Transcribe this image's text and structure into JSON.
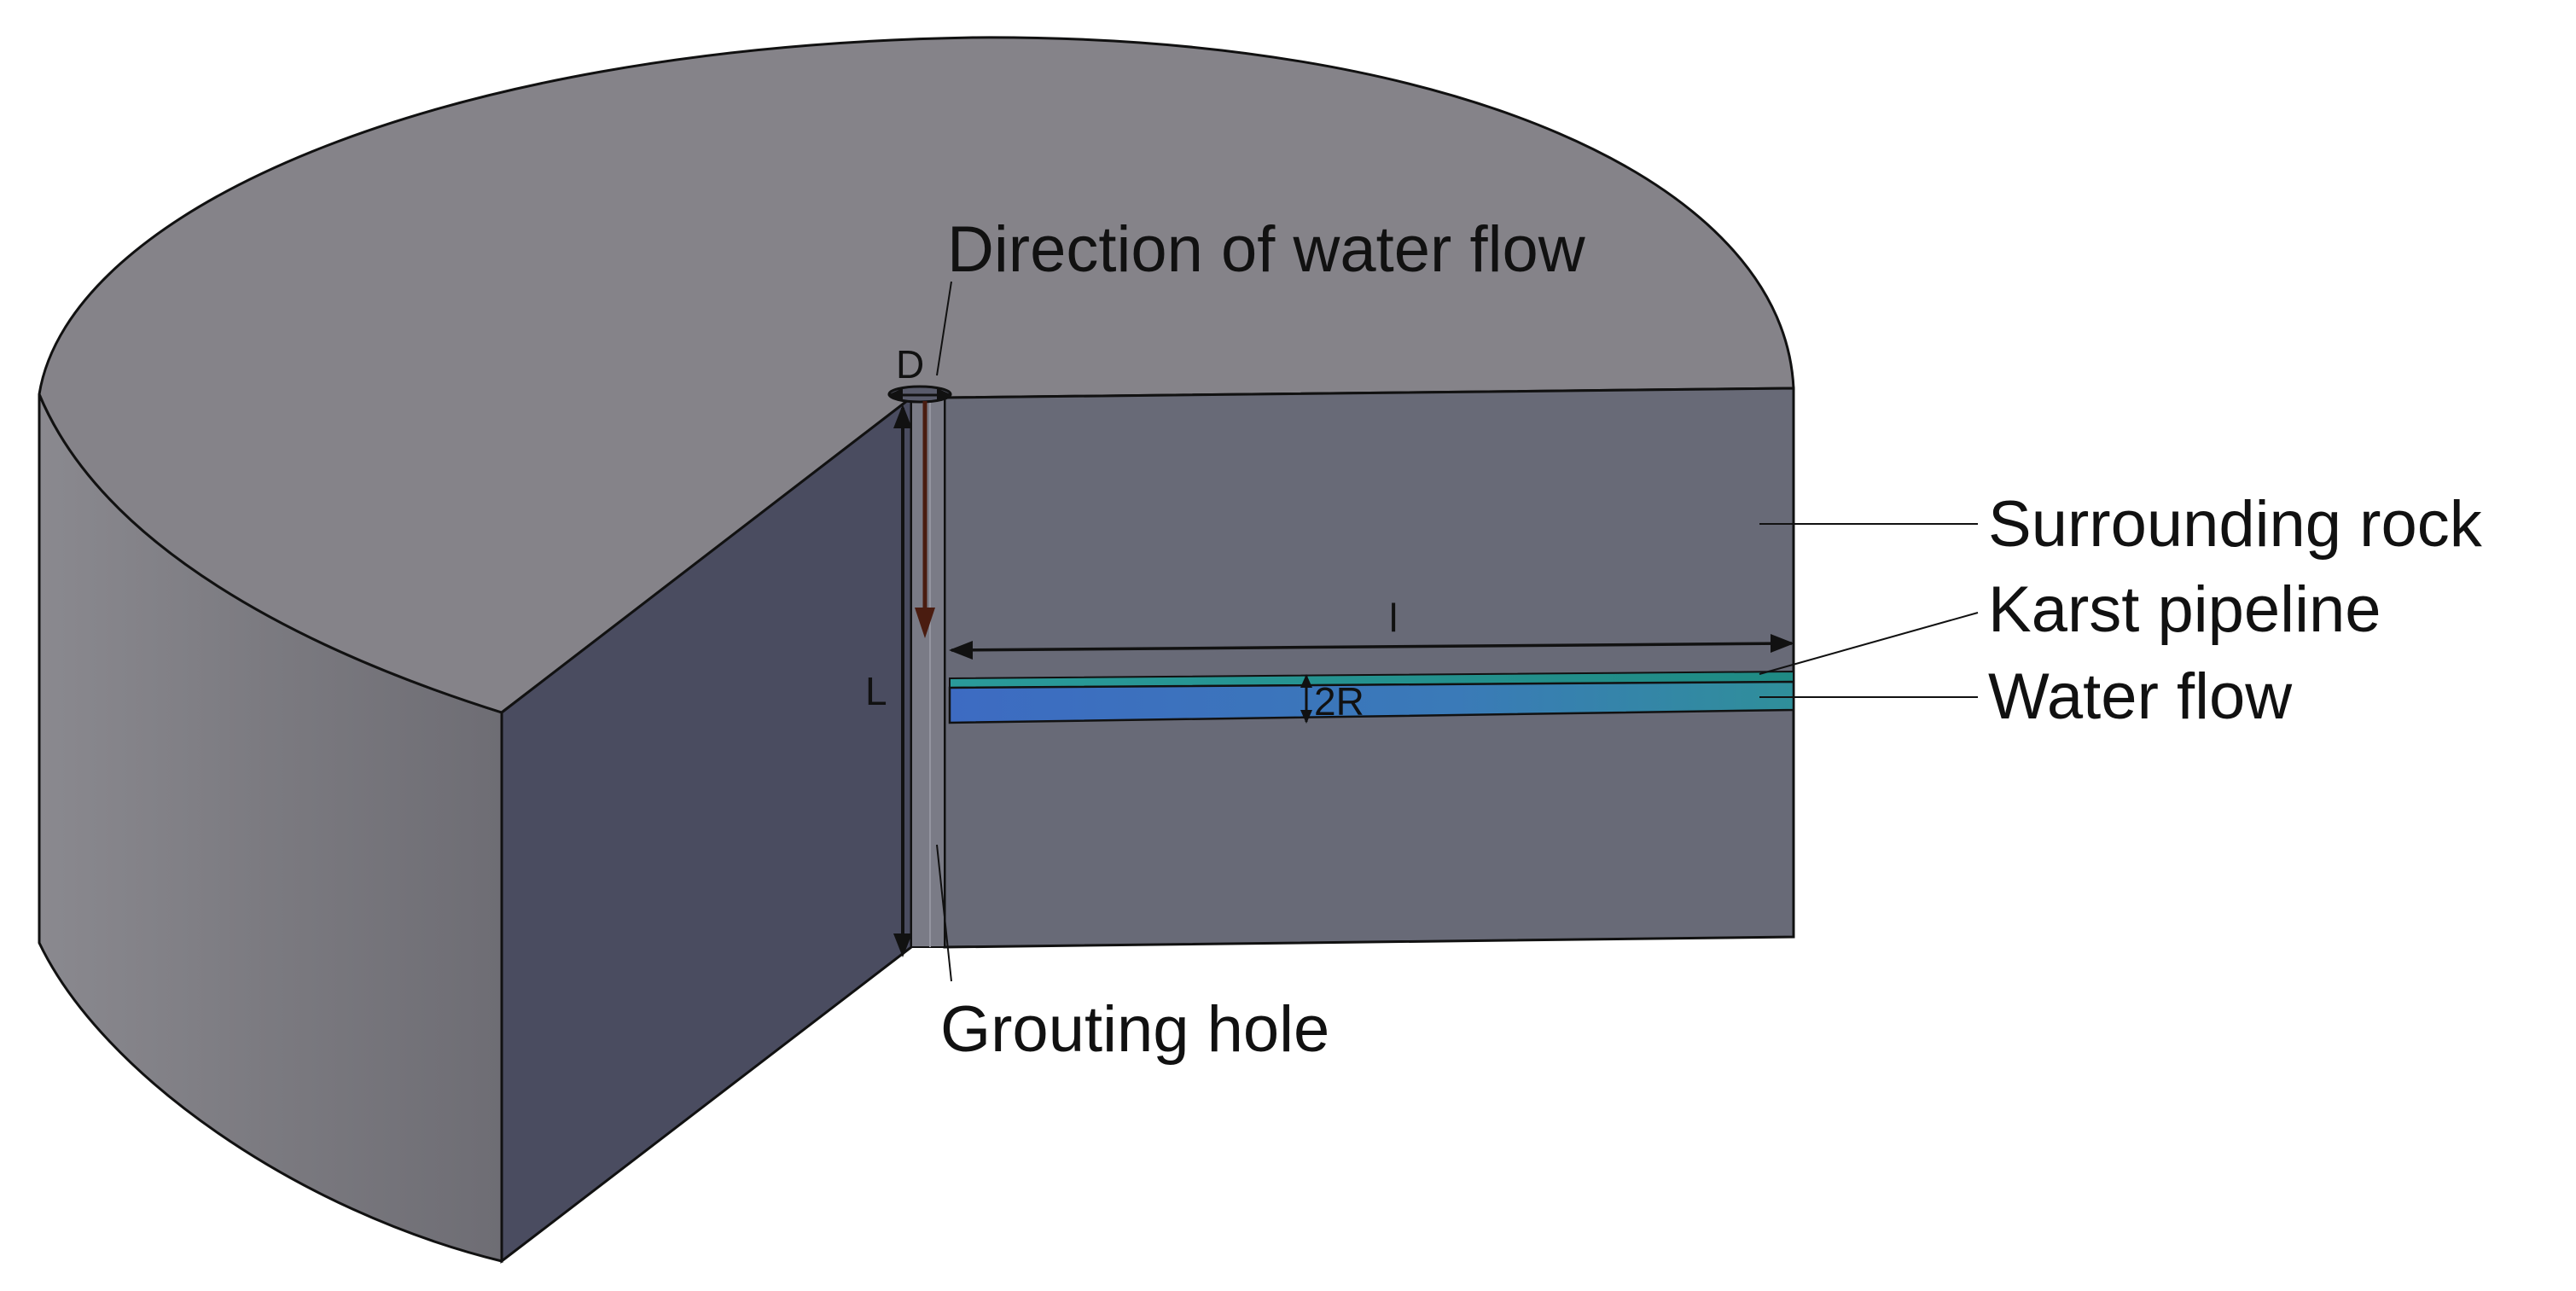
{
  "labels": {
    "direction_of_water_flow": "Direction of water flow",
    "surrounding_rock": "Surrounding rock",
    "karst_pipeline": "Karst pipeline",
    "water_flow": "Water flow",
    "grouting_hole": "Grouting hole"
  },
  "dimensions": {
    "hole_diameter": "D",
    "hole_length": "L",
    "pipeline_length": "l",
    "pipeline_diameter": "2R"
  },
  "colors": {
    "rock_top": "#858389",
    "rock_side": "#7b7a80",
    "cut_face_left": "#4a4c60",
    "cut_face_right": "#686a77",
    "pipeline_blue": "#3f74c0",
    "pipeline_teal": "#1e8f8f",
    "flow_arrow": "#4a1c10"
  }
}
